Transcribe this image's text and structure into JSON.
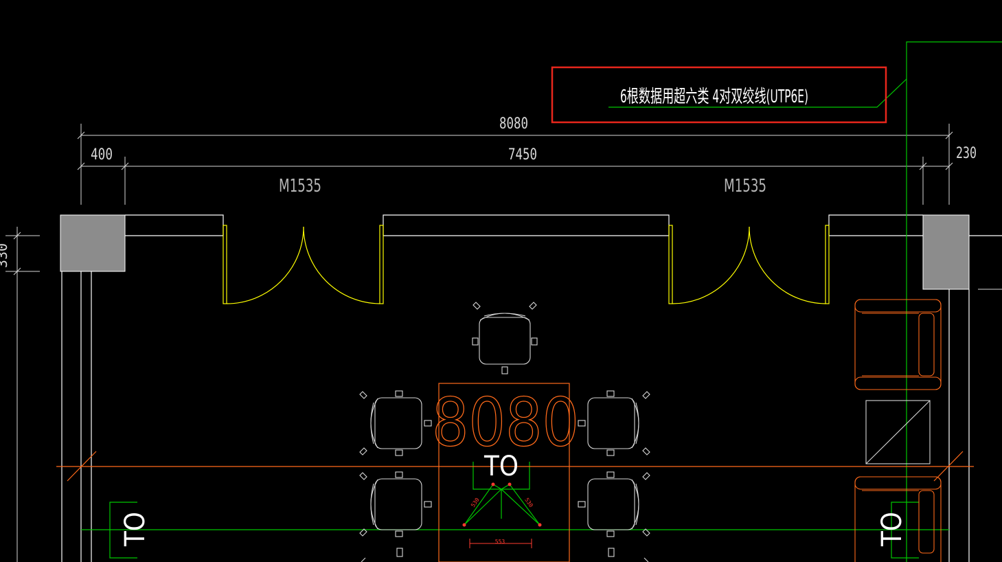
{
  "callout": {
    "text": "6根数据用超六类 4对双绞线(UTP6E)",
    "highlight_color": "#e8261c"
  },
  "dimensions": {
    "overall": "8080",
    "left": "400",
    "middle": "7450",
    "right": "230",
    "left_vertical_partial": "330"
  },
  "doors": {
    "left_label": "M1535",
    "right_label": "M1535"
  },
  "outlets": {
    "center": "TO",
    "left": "TO",
    "right": "TO"
  },
  "table_label": "8080",
  "small_dims": {
    "left": "530",
    "right": "530",
    "bottom": "553"
  },
  "colors": {
    "background": "#000000",
    "wall_lines": "#ffffff",
    "door_swing": "#ffff00",
    "column_fill": "#8c8c8c",
    "network_line": "#00c800",
    "furniture": "#ff6a1a",
    "dimension": "#d8d8d8"
  }
}
